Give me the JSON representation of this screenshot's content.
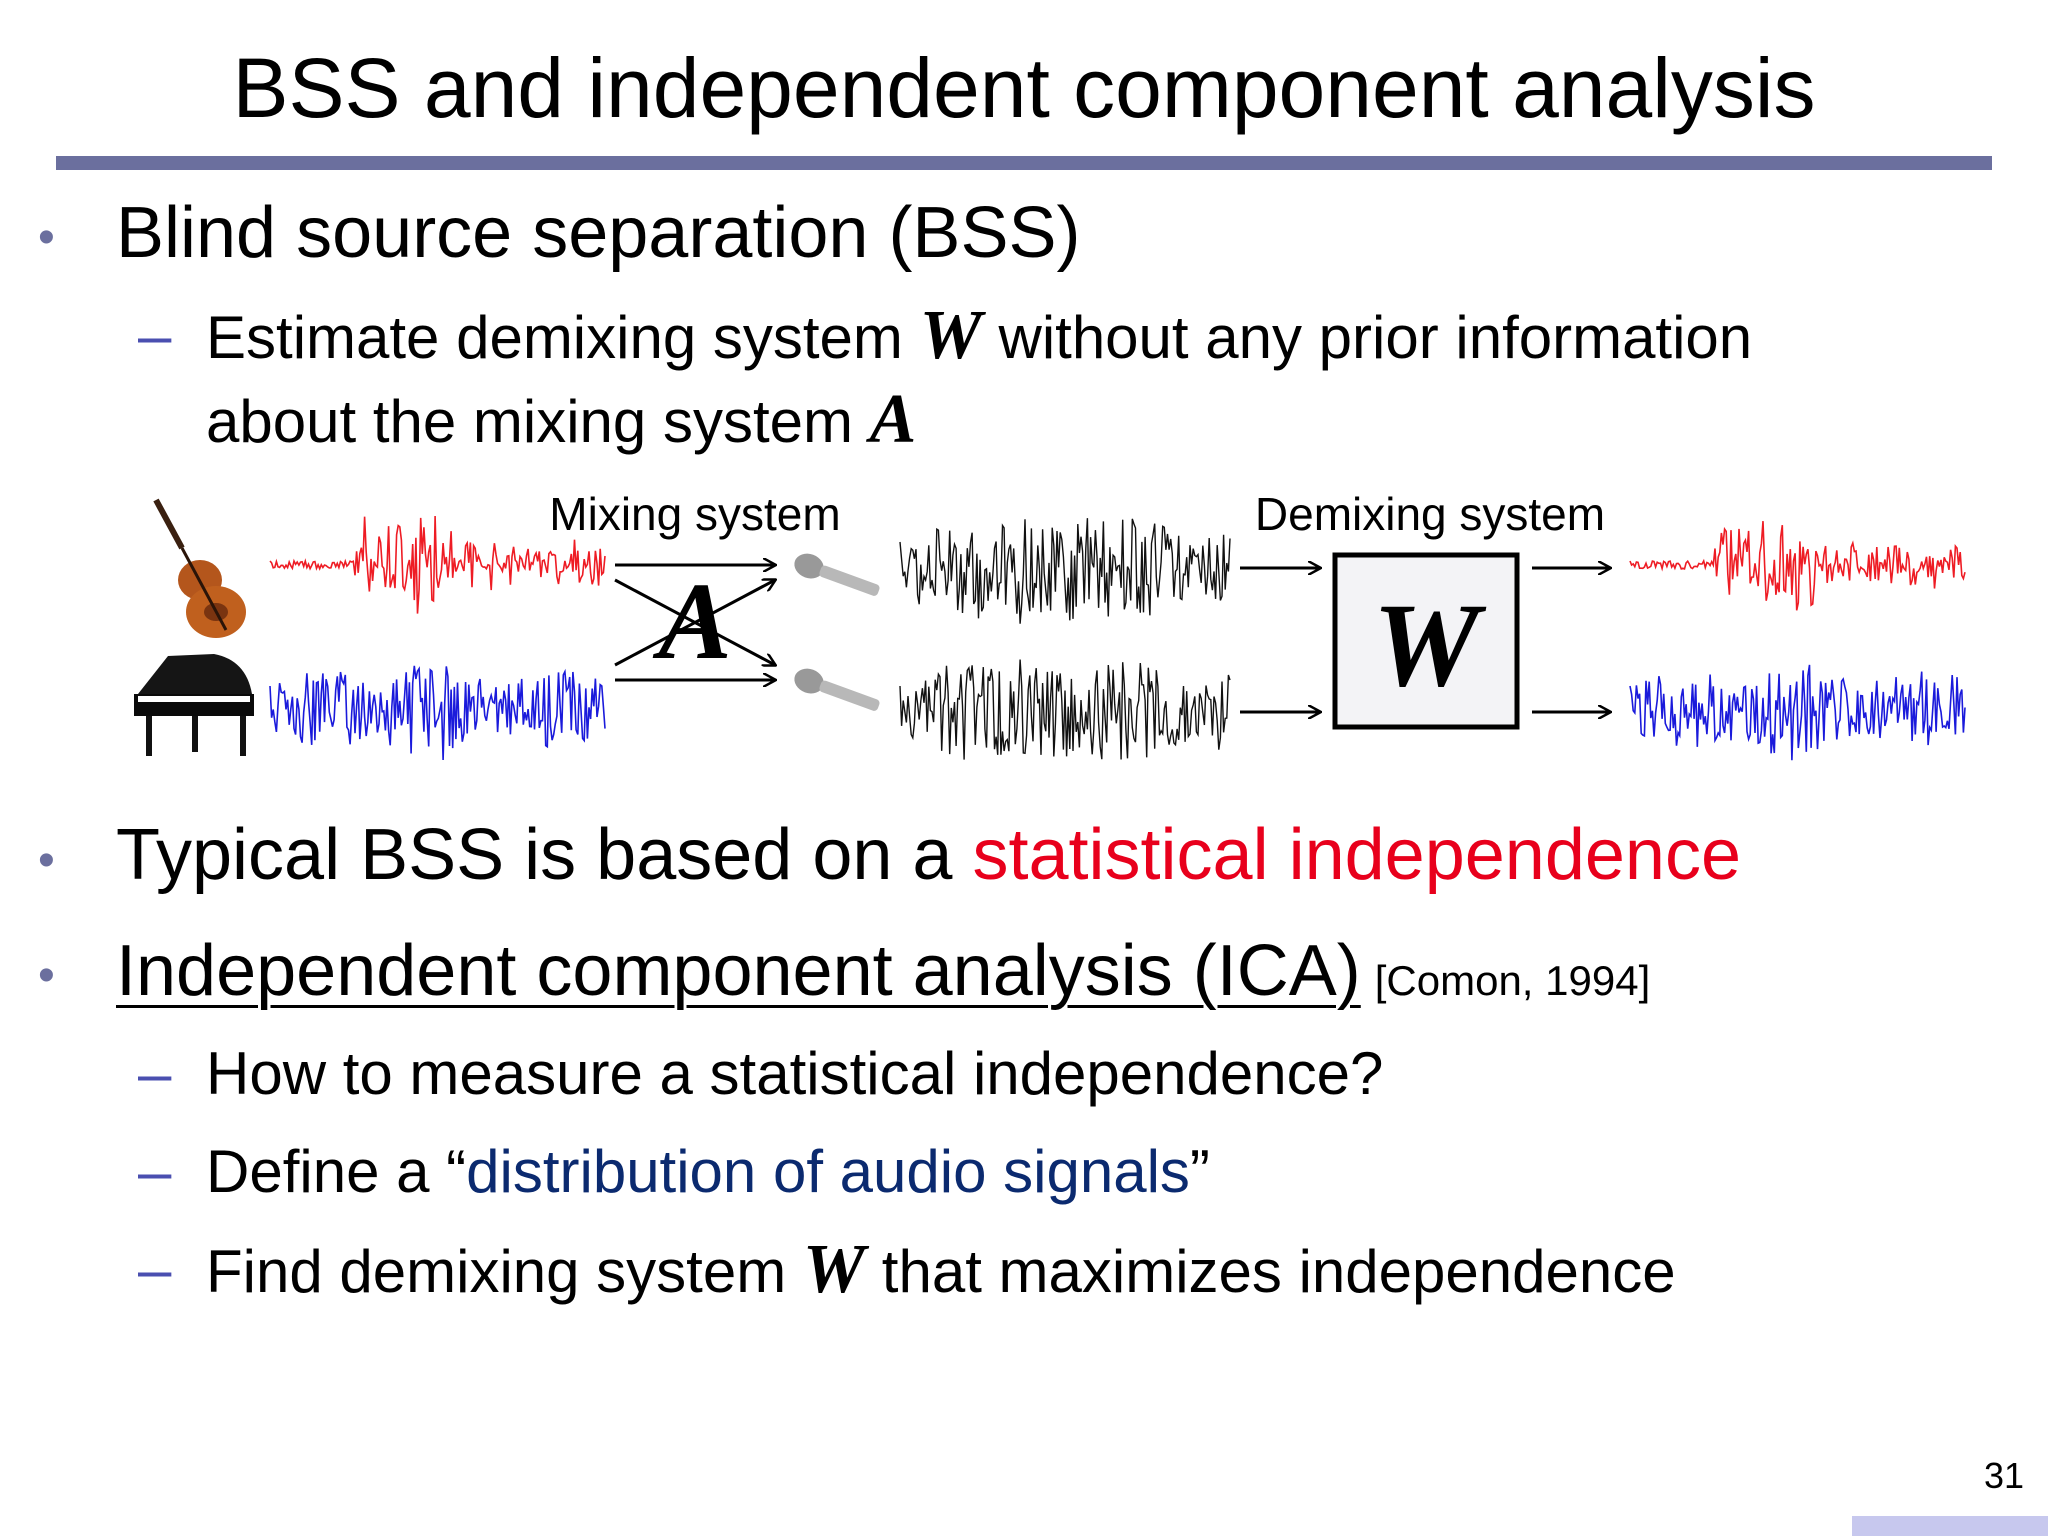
{
  "slide": {
    "title": "BSS and independent component analysis",
    "page_number": "31"
  },
  "bullets": {
    "b1": "Blind source separation (BSS)",
    "b1_sub": {
      "line1_pre": "Estimate demixing system ",
      "line1_var": "W",
      "line1_post": " without any prior information",
      "line2_pre": "about the mixing system ",
      "line2_var": "A"
    },
    "b2_pre": "Typical BSS is based on a ",
    "b2_highlight": "statistical independence",
    "b3": "Independent component analysis (ICA)",
    "b3_cite": "[Comon, 1994]",
    "b3_sub1": "How to measure a statistical independence?",
    "b3_sub2_pre": "Define a “",
    "b3_sub2_highlight": "distribution of audio signals",
    "b3_sub2_post": "”",
    "b3_sub3_pre": "Find demixing system ",
    "b3_sub3_var": "W",
    "b3_sub3_post": " that maximizes independence"
  },
  "diagram": {
    "mixing_label": "Mixing system",
    "demixing_label": "Demixing system",
    "mixing_var": "A",
    "demixing_var": "W",
    "colors": {
      "source1": "#ee1c24",
      "source2": "#1a1adb",
      "mixed": "#111111"
    }
  }
}
